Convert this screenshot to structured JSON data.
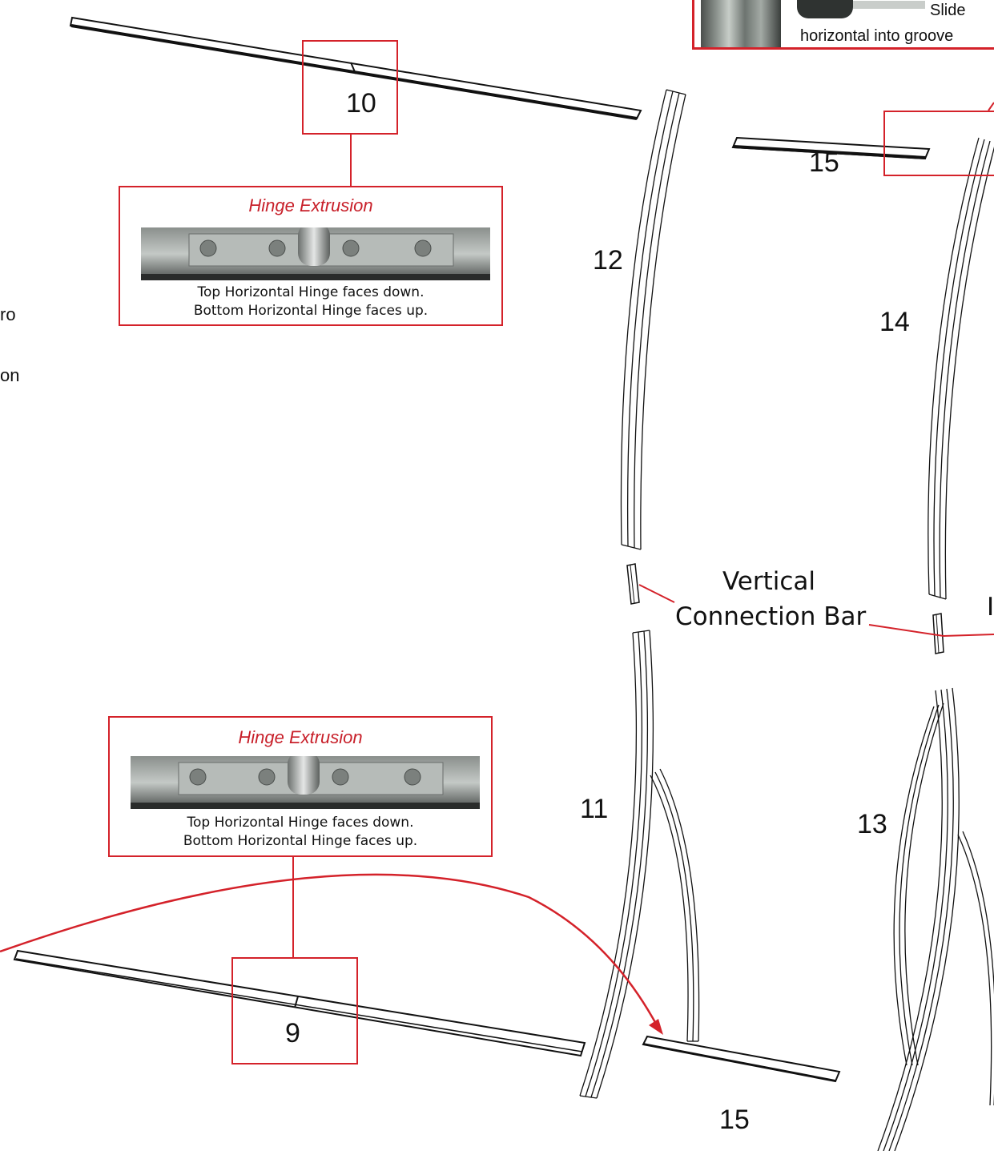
{
  "hinge_top": {
    "title": "Hinge Extrusion",
    "caption_line1": "Top Horizontal Hinge faces down.",
    "caption_line2": "Bottom Horizontal Hinge faces up."
  },
  "hinge_bottom": {
    "title": "Hinge Extrusion",
    "caption_line1": "Top Horizontal Hinge faces down.",
    "caption_line2": "Bottom Horizontal Hinge faces up."
  },
  "slide_callout": {
    "line1": "Slide",
    "line2": "horizontal into groove"
  },
  "connection_label": {
    "line1": "Vertical",
    "line2": "Connection Bar"
  },
  "part_numbers": {
    "top_horizontal": "10",
    "bottom_horizontal": "9",
    "curved_upper_left": "12",
    "curved_upper_right": "14",
    "curved_lower_left": "11",
    "curved_lower_right": "13",
    "short_top": "15",
    "short_bottom": "15"
  },
  "left_edge_fragments": [
    "ro",
    "on"
  ],
  "right_edge_fragment": "I",
  "colors": {
    "accent_red": "#d4222a",
    "title_red": "#c8202a",
    "line": "#111111"
  }
}
